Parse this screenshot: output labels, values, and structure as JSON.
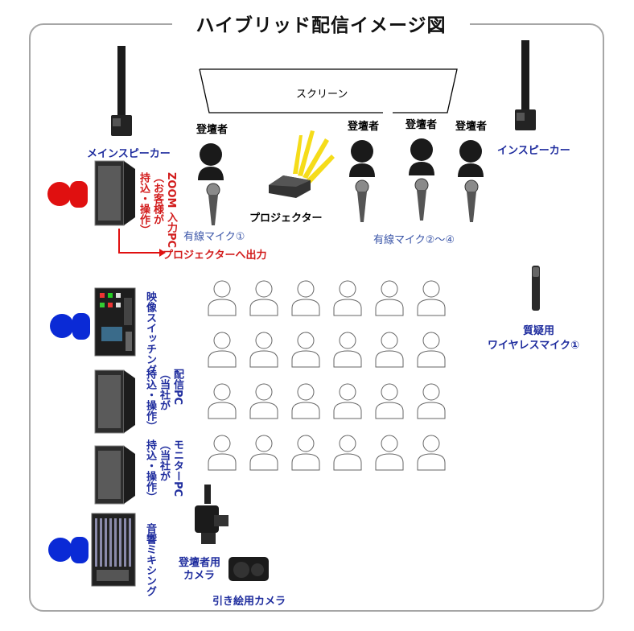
{
  "title": "ハイブリッド配信イメージ図",
  "screen_label": "スクリーン",
  "speaker_left_label": "メインスピーカー",
  "speaker_right_label": "インスピーカー",
  "presenter_label": "登壇者",
  "projector_label": "プロジェクター",
  "mic_wired_1": "有線マイク①",
  "mic_wired_2_4": "有線マイク②〜④",
  "zoom_pc_label": "ZOOM 入力PC\n（お客様が\n持込・操作）",
  "output_arrow_label": "プロジェクターへ出力",
  "switcher_label": "映像スイッチング",
  "stream_pc_label": "配信PC\n（当社が\n持込・操作）",
  "monitor_pc_label": "モニターPC\n（当社が\n持込・操作）",
  "mixer_label": "音響ミキシング",
  "qa_label_1": "質疑用",
  "qa_label_2": "ワイヤレスマイク①",
  "presenter_camera_label_1": "登壇者用",
  "presenter_camera_label_2": "カメラ",
  "wide_camera_label": "引き絵用カメラ",
  "colors": {
    "red": "#e01010",
    "blue": "#0a2ad6",
    "dark_blue": "#1f2d9e"
  }
}
